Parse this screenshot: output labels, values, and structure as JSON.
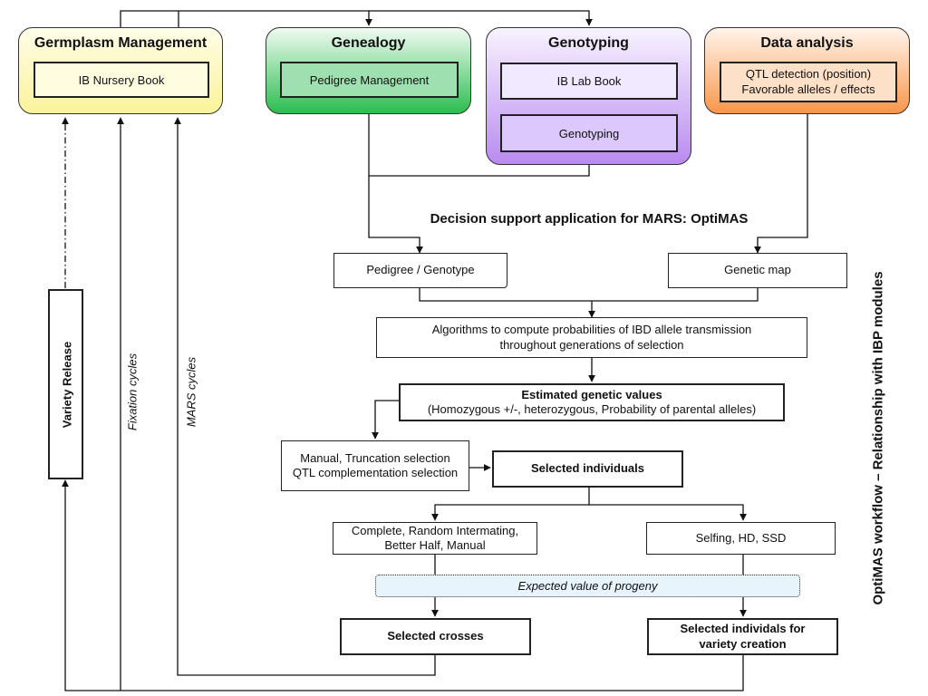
{
  "modules": {
    "germplasm": {
      "title": "Germplasm Management",
      "item": "IB Nursery Book",
      "color_top": "#fefde8",
      "color_bottom": "#fbf39a"
    },
    "genealogy": {
      "title": "Genealogy",
      "item": "Pedigree Management",
      "color_top": "#f0fbf2",
      "color_bottom": "#2bbd4f"
    },
    "genotyping": {
      "title": "Genotyping",
      "items": [
        "IB Lab Book",
        "Genotyping"
      ],
      "color_top": "#f8f3ff",
      "color_bottom": "#b98af0"
    },
    "data_analysis": {
      "title": "Data analysis",
      "items": [
        "QTL detection (position)",
        "Favorable alleles / effects"
      ],
      "color_top": "#fff5ec",
      "color_bottom": "#f9964a"
    }
  },
  "optimas": {
    "title": "Decision support application for MARS: OptiMAS",
    "side_label": "OptiMAS workflow – Relationship with IBP modules",
    "color_top": "#ffffff",
    "color_bottom": "#bfe4f8",
    "pedigree_genotype": "Pedigree / Genotype",
    "genetic_map": "Genetic map",
    "algorithms": [
      "Algorithms to compute probabilities of IBD allele transmission",
      "throughout generations of selection"
    ],
    "estimated_title": "Estimated genetic values",
    "estimated_sub": "(Homozygous +/-, heterozygous, Probability of parental alleles)",
    "selection_methods": [
      "Manual, Truncation selection",
      "QTL complementation selection"
    ],
    "selected_individuals": "Selected individuals",
    "intermating": [
      "Complete, Random Intermating,",
      "Better Half, Manual"
    ],
    "selfing": "Selfing, HD, SSD",
    "expected_value": "Expected value of progeny",
    "selected_crosses": "Selected crosses",
    "selected_for_variety": [
      "Selected individals for",
      "variety creation"
    ]
  },
  "left": {
    "variety_release": "Variety Release",
    "fixation_cycles": "Fixation cycles",
    "mars_cycles": "MARS cycles"
  }
}
